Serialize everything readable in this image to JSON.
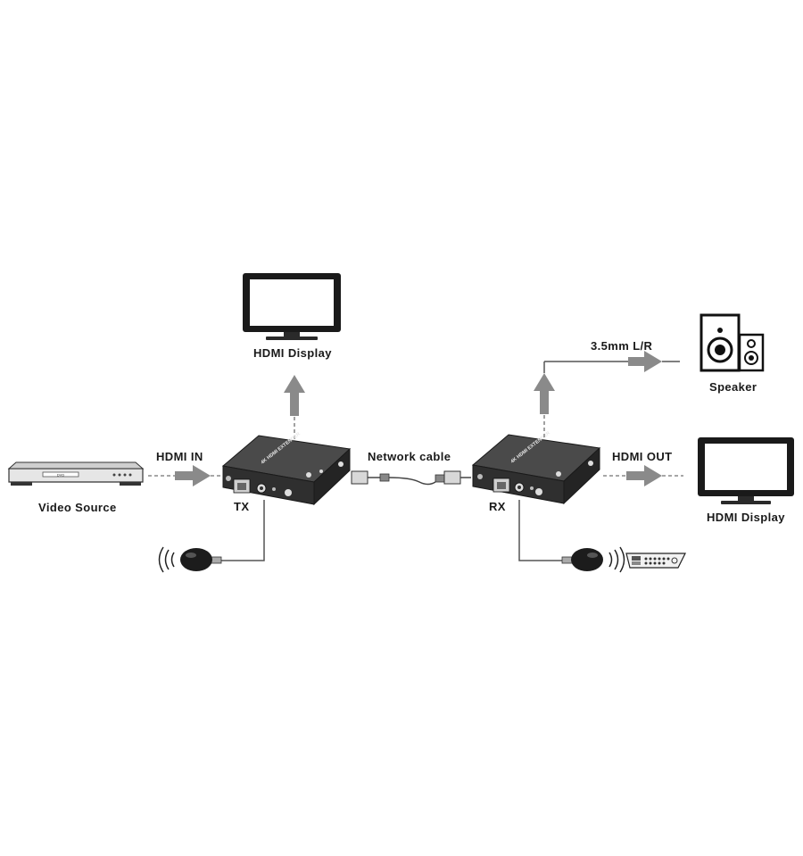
{
  "labels": {
    "hdmi_display_top": "HDMI Display",
    "speaker": "Speaker",
    "audio_out": "3.5mm L/R",
    "hdmi_in": "HDMI IN",
    "network_cable": "Network cable",
    "hdmi_out": "HDMI OUT",
    "video_source": "Video Source",
    "tx": "TX",
    "rx": "RX",
    "hdmi_display_right": "HDMI Display"
  },
  "device_text": {
    "tx_title": "4K HDMI EXTENDER",
    "rx_title": "4K HDMI EXTENDER",
    "dvd_label": "DVD"
  },
  "icons": {
    "source": "dvd-player-icon",
    "display": "monitor-icon",
    "speaker": "speaker-icon",
    "ir_sensor": "ir-receiver-icon",
    "remote": "remote-control-icon",
    "transmitter": "tx-box-icon",
    "receiver": "rx-box-icon"
  },
  "colors": {
    "arrow": "#8a8a8a",
    "line": "#555555",
    "device_dark": "#2f2f2f",
    "device_top": "#4a4a4a"
  }
}
